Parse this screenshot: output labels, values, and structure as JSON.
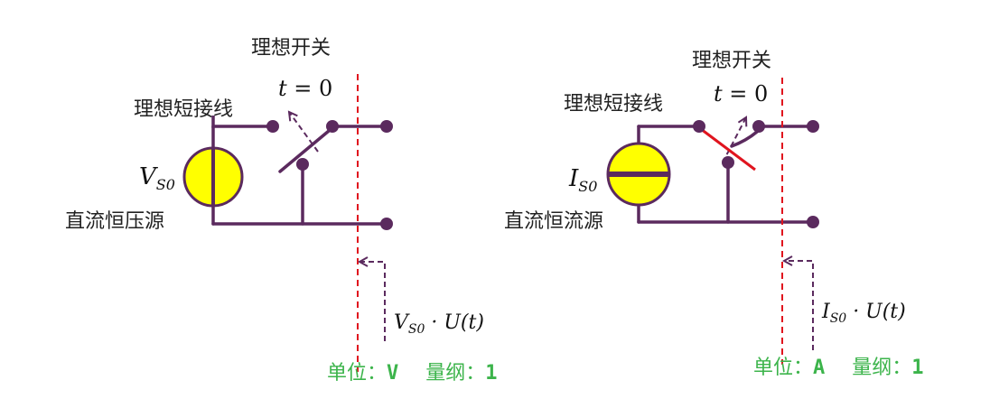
{
  "colors": {
    "wire": "#5b2a5e",
    "source_fill": "#ffff00",
    "source_stroke": "#5b2a5e",
    "cut_line": "#e0141e",
    "unit_text": "#3cb44b",
    "dashed_arrow": "#5b2a5e",
    "short_bar": "#e0141e"
  },
  "left": {
    "switch_label": "理想开关",
    "short_label": "理想短接线",
    "time_t": "t",
    "time_eq": " = 0",
    "source_symbol": "V",
    "source_sub": "S0",
    "source_name": "直流恒压源",
    "output_symbol": "V",
    "output_sub": "S0",
    "output_rest": " · U(t)",
    "unit_label": "单位：",
    "unit_value": "V",
    "dim_label": "量纲：",
    "dim_value": "1"
  },
  "right": {
    "switch_label": "理想开关",
    "short_label": "理想短接线",
    "time_t": "t",
    "time_eq": " = 0",
    "source_symbol": "I",
    "source_sub": "S0",
    "source_name": "直流恒流源",
    "output_symbol": "I",
    "output_sub": "S0",
    "output_rest": " · U(t)",
    "unit_label": "单位：",
    "unit_value": "A",
    "dim_label": "量纲：",
    "dim_value": "1"
  }
}
